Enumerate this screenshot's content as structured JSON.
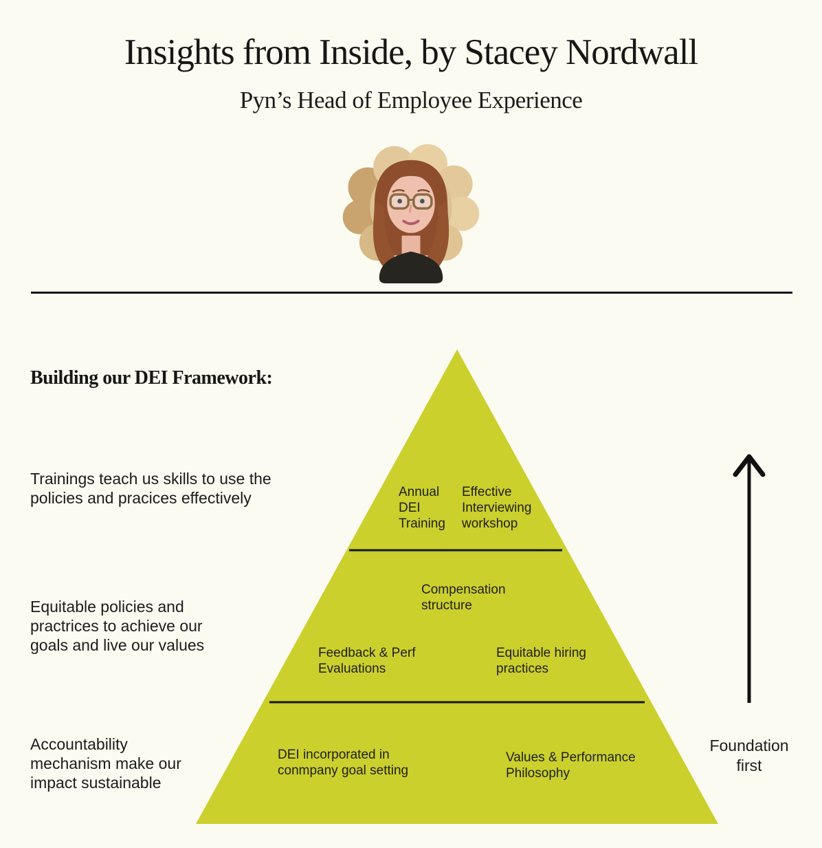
{
  "header": {
    "title": "Insights from Inside, by Stacey Nordwall",
    "subtitle": "Pyn’s Head of Employee Experience"
  },
  "section": {
    "heading": "Building our DEI Framework:"
  },
  "annotations": {
    "trainings": "Trainings teach us skills to use the\npolicies and pracices effectively",
    "policies": "Equitable policies and\npractrices to achieve our\ngoals and live our values",
    "accountability": "Accountability\nmechanism make our\nimpact sustainable"
  },
  "pyramid": {
    "color": "#cbd02c",
    "tier_top": {
      "annual_dei": "Annual\nDEI\nTraining",
      "effective_interviewing": "Effective\nInterviewing\nworkshop"
    },
    "tier_middle": {
      "compensation": "Compensation\nstructure",
      "feedback": "Feedback & Perf\nEvaluations",
      "equitable_hiring": "Equitable hiring\npractices"
    },
    "tier_bottom": {
      "dei_goals": "DEI incorporated in\nconmpany goal setting",
      "values_philosophy": "Values & Performance\nPhilosophy"
    }
  },
  "arrow": {
    "label": "Foundation\nfirst"
  },
  "colors": {
    "background": "#fbfbf2",
    "text": "#1c1c1a",
    "pyramid_fill": "#cbd02c",
    "divider": "#101010"
  }
}
